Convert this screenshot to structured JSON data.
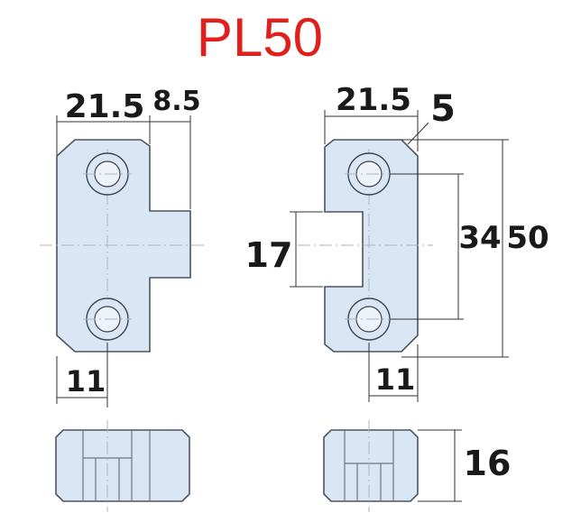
{
  "title": "PL50",
  "colors": {
    "title": "#e0201c",
    "part_fill": "#dbe6f4",
    "part_outline": "#4a5563",
    "dimension": "#1a1a1a"
  },
  "dimensions": {
    "left_top_width": "21.5",
    "left_tab_width": "8.5",
    "left_hole_offset": "11",
    "right_top_width": "21.5",
    "right_chamfer": "5",
    "right_slot_height": "17",
    "right_hole_spacing": "34",
    "right_total_height": "50",
    "right_hole_offset": "11",
    "thickness": "16"
  }
}
